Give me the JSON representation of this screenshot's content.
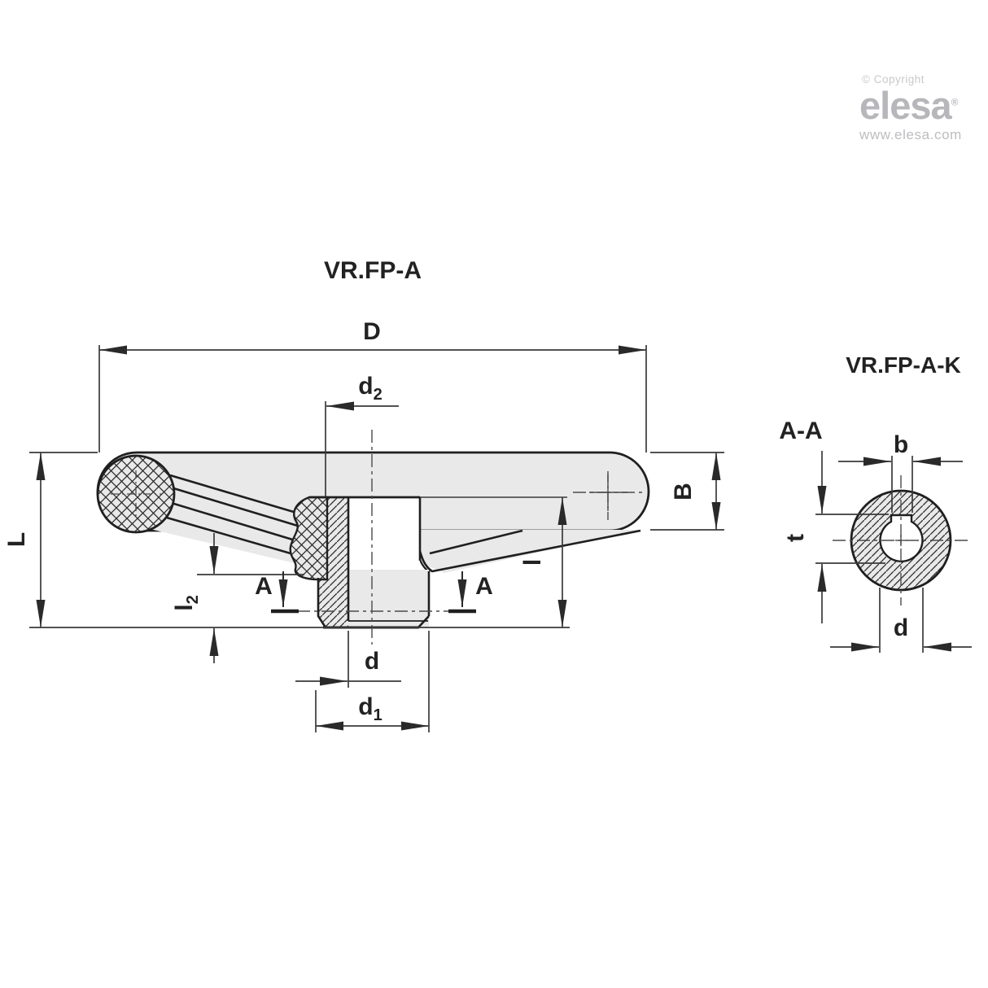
{
  "watermark": {
    "copyright": "© Copyright",
    "brand": "elesa",
    "registered": "®",
    "website": "www.elesa.com"
  },
  "main_view": {
    "title": "VR.FP-A",
    "labels": {
      "D": "D",
      "d2_base": "d",
      "d2_sub": "2",
      "L": "L",
      "l2_base": "l",
      "l2_sub": "2",
      "A_left": "A",
      "A_right": "A",
      "d": "d",
      "d1_base": "d",
      "d1_sub": "1",
      "l": "l",
      "B": "B"
    }
  },
  "key_view": {
    "title": "VR.FP-A-K",
    "section": "A-A",
    "labels": {
      "b": "b",
      "t": "t",
      "d": "d"
    }
  },
  "colors": {
    "part_fill": "#e9e9e9",
    "object_line": "#1f1f1f",
    "dimension_line": "#3a3a3a",
    "centerline": "#4a4a4a",
    "brand_gray": "#b7b7bb",
    "copyright_gray": "#c9c9cd",
    "website_gray": "#bdbdc1"
  }
}
